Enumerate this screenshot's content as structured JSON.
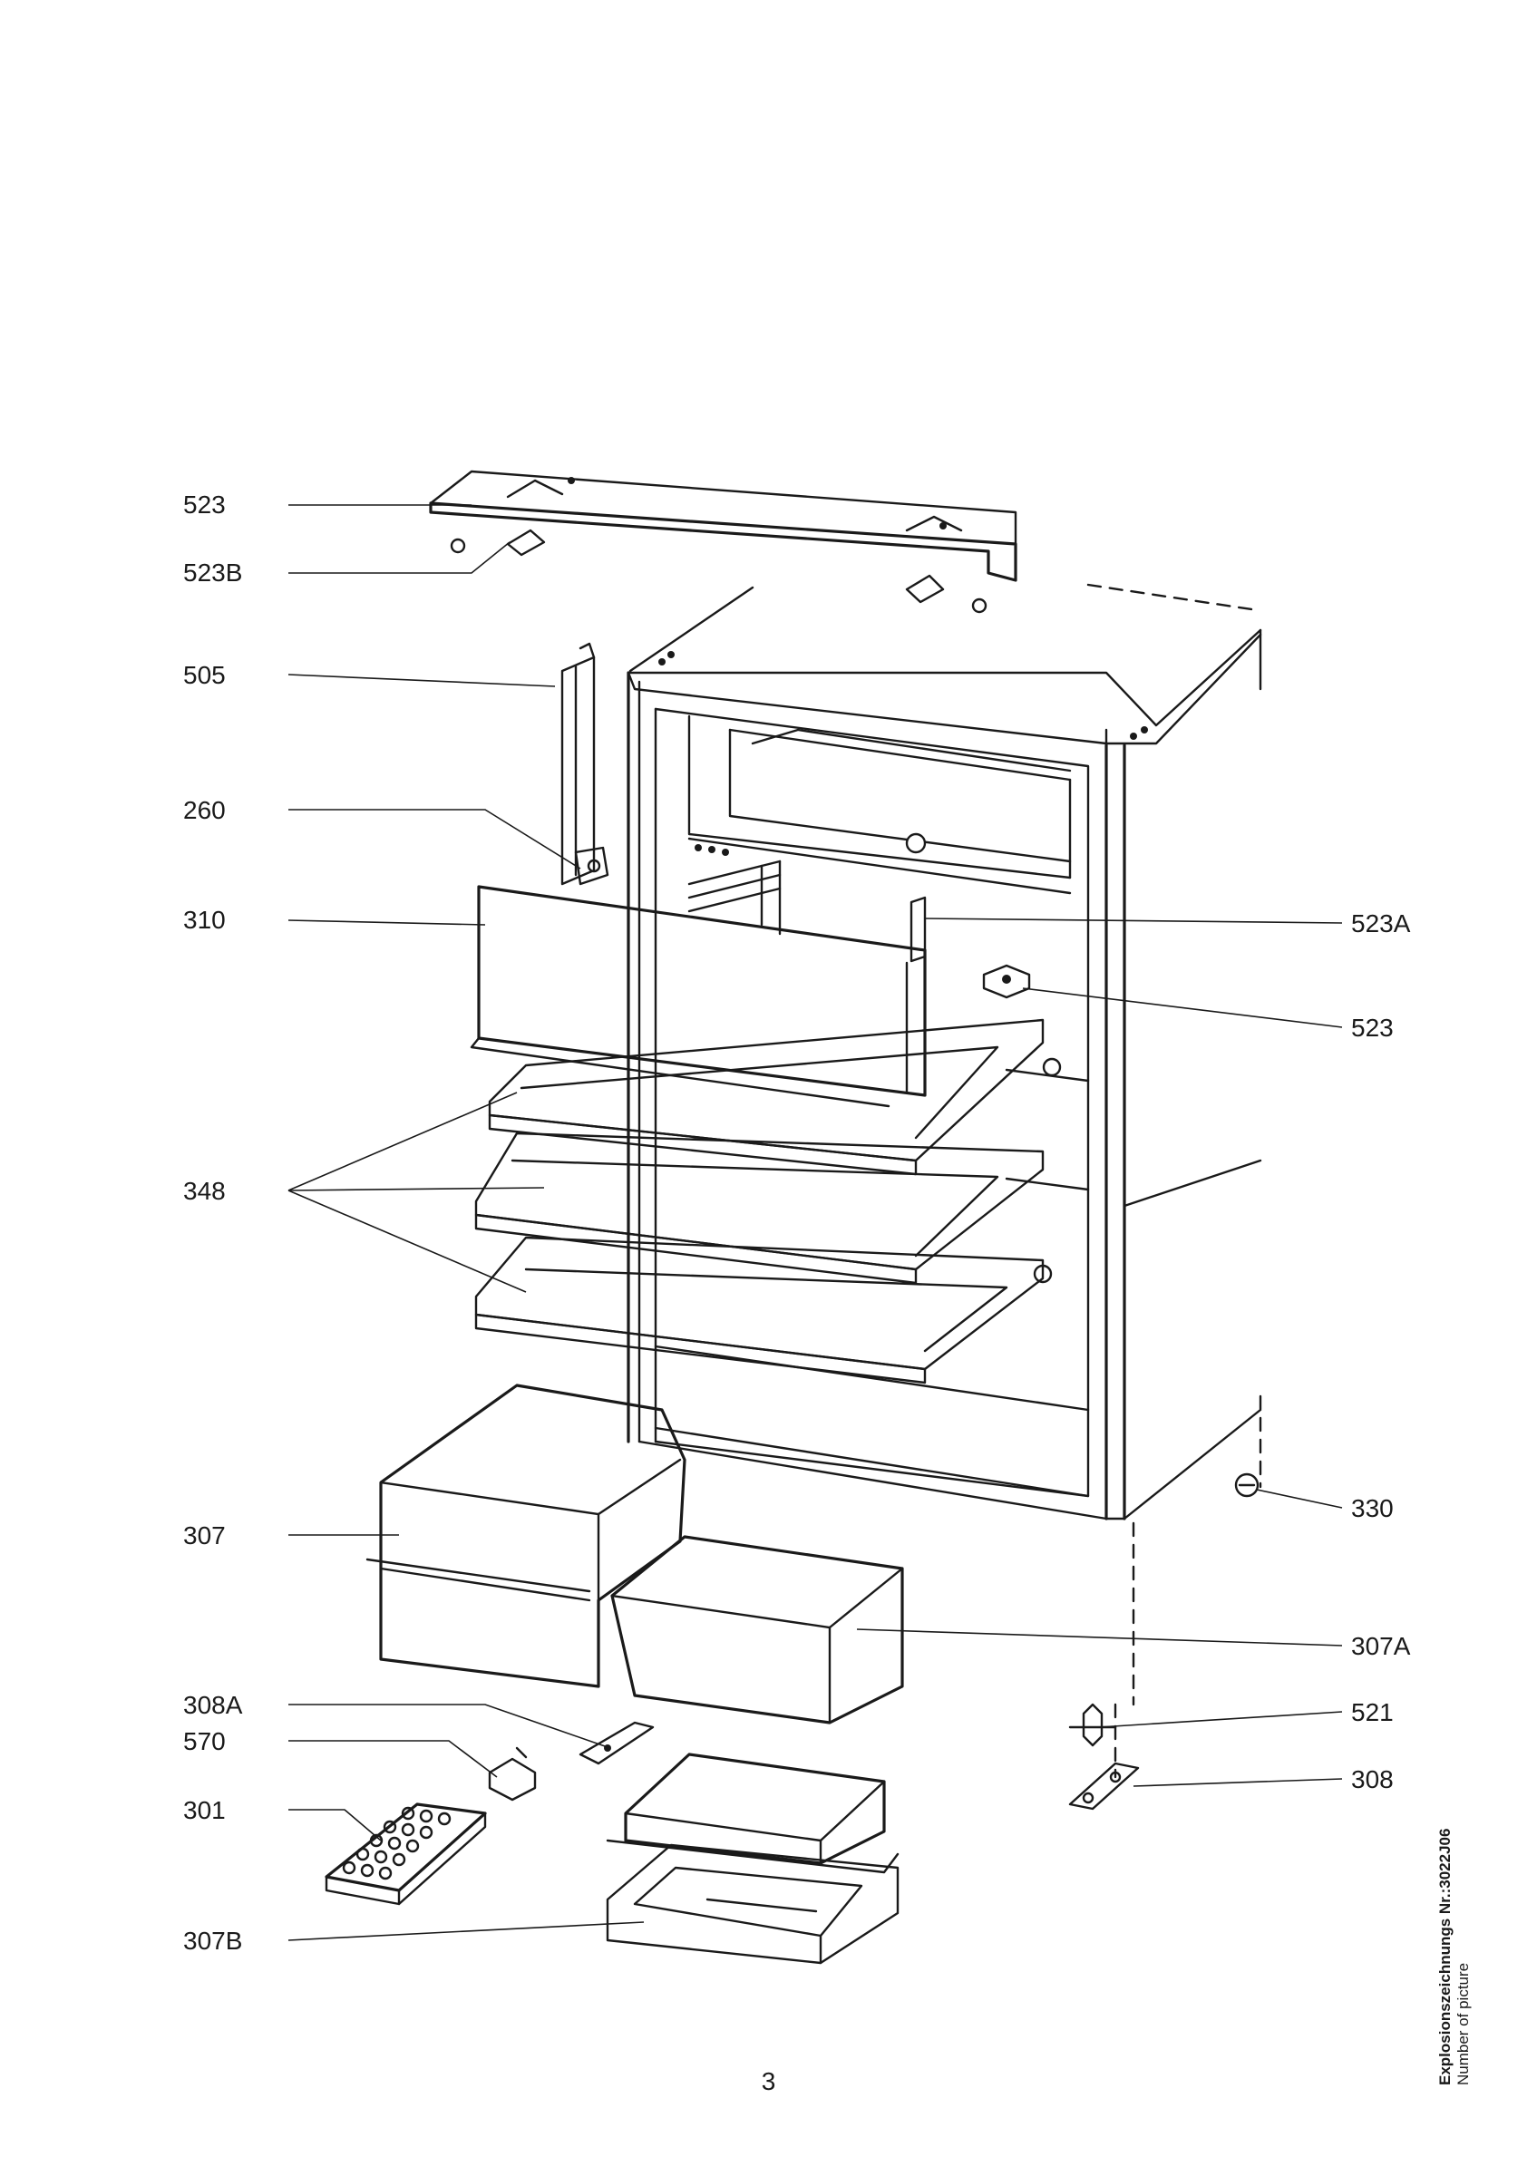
{
  "labels": {
    "l523_top": "523",
    "l523B": "523B",
    "l505": "505",
    "l260": "260",
    "l310": "310",
    "l348": "348",
    "l307": "307",
    "l308A": "308A",
    "l570": "570",
    "l301": "301",
    "l307B": "307B",
    "l523A": "523A",
    "l523_right": "523",
    "l330": "330",
    "l307A": "307A",
    "l521": "521",
    "l308": "308"
  },
  "footer": {
    "page_number": "3",
    "drawing_number": "Explosionszeichnungs Nr.:3022J06",
    "drawing_number_en": "Number of picture"
  }
}
